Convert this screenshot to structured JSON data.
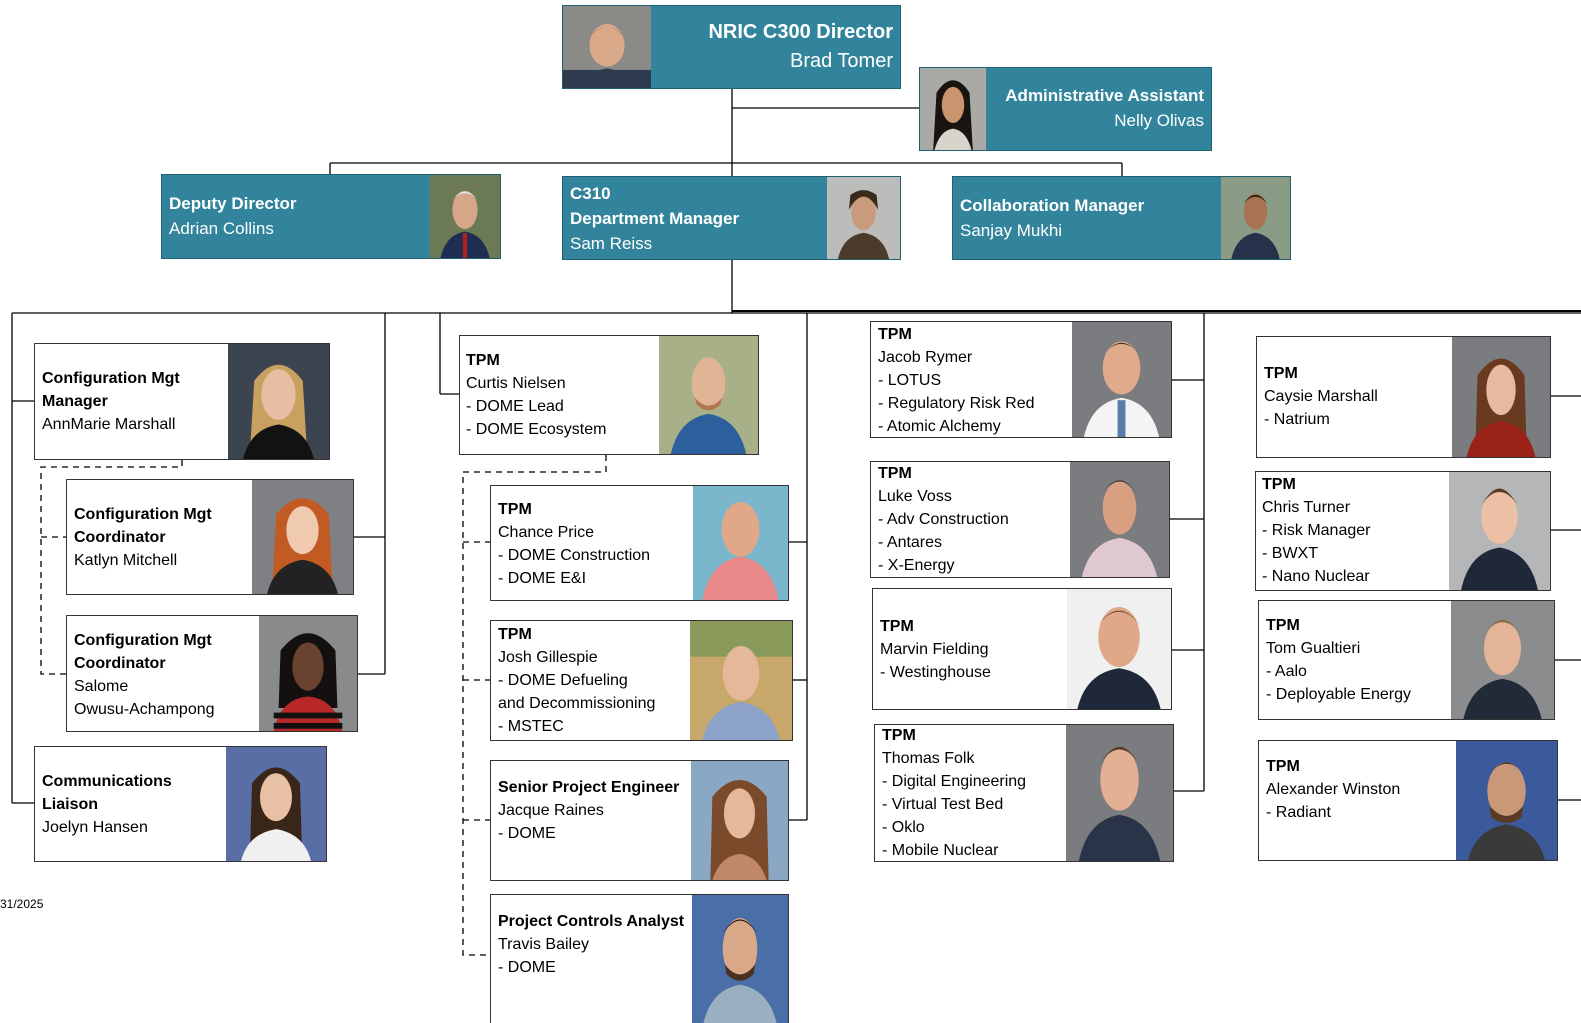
{
  "colors": {
    "header_fill": "#31849b",
    "header_border": "#1f5f70",
    "connector": "#000000"
  },
  "director": {
    "title": "NRIC C300 Director",
    "name": "Brad Tomer"
  },
  "admin": {
    "title": "Administrative Assistant",
    "name": "Nelly Olivas"
  },
  "deputy": {
    "title": "Deputy Director",
    "name": "Adrian Collins"
  },
  "c310": {
    "line1": "C310",
    "line2": "Department Manager",
    "name": "Sam Reiss"
  },
  "collab": {
    "title": "Collaboration Manager",
    "name": "Sanjay Mukhi"
  },
  "cfg_mgr": {
    "title1": "Configuration Mgt",
    "title2": "Manager",
    "name": "AnnMarie Marshall"
  },
  "cfg_coord1": {
    "title1": "Configuration Mgt",
    "title2": "Coordinator",
    "name": "Katlyn Mitchell"
  },
  "cfg_coord2": {
    "title1": "Configuration Mgt",
    "title2": "Coordinator",
    "name1": "Salome",
    "name2": "Owusu-Achampong"
  },
  "comms": {
    "title1": "Communications",
    "title2": "Liaison",
    "name": "Joelyn Hansen"
  },
  "curtis": {
    "title": "TPM",
    "name": "Curtis Nielsen",
    "d1": "- DOME Lead",
    "d2": "- DOME Ecosystem"
  },
  "chance": {
    "title": "TPM",
    "name": "Chance Price",
    "d1": "- DOME Construction",
    "d2": "- DOME E&I"
  },
  "josh": {
    "title": "TPM",
    "name": "Josh Gillespie",
    "d1": "- DOME Defueling",
    "d2": "and Decommissioning",
    "d3": "- MSTEC"
  },
  "jacque": {
    "title": "Senior Project Engineer",
    "name": "Jacque Raines",
    "d1": "- DOME"
  },
  "travis": {
    "title": "Project Controls Analyst",
    "name": "Travis Bailey",
    "d1": "- DOME"
  },
  "jacob": {
    "title": "TPM",
    "name": "Jacob Rymer",
    "d1": "- LOTUS",
    "d2": "- Regulatory Risk Red",
    "d3": "- Atomic Alchemy"
  },
  "luke": {
    "title": "TPM",
    "name": "Luke Voss",
    "d1": "- Adv Construction",
    "d2": "- Antares",
    "d3": "- X-Energy"
  },
  "marvin": {
    "title": "TPM",
    "name": "Marvin Fielding",
    "d1": "- Westinghouse"
  },
  "thomas": {
    "title": "TPM",
    "name": "Thomas Folk",
    "d1": "- Digital Engineering",
    "d2": "- Virtual Test Bed",
    "d3": "- Oklo",
    "d4": "- Mobile Nuclear"
  },
  "caysie": {
    "title": "TPM",
    "name": "Caysie Marshall",
    "d1": "- Natrium"
  },
  "chris": {
    "title": "TPM",
    "name": "Chris Turner",
    "d1": "- Risk Manager",
    "d2": "- BWXT",
    "d3": "- Nano Nuclear"
  },
  "tom": {
    "title": "TPM",
    "name": "Tom Gualtieri",
    "d1": "- Aalo",
    "d2": "- Deployable Energy"
  },
  "alex": {
    "title": "TPM",
    "name": "Alexander Winston",
    "d1": "- Radiant"
  },
  "footer": {
    "date": "31/2025"
  }
}
